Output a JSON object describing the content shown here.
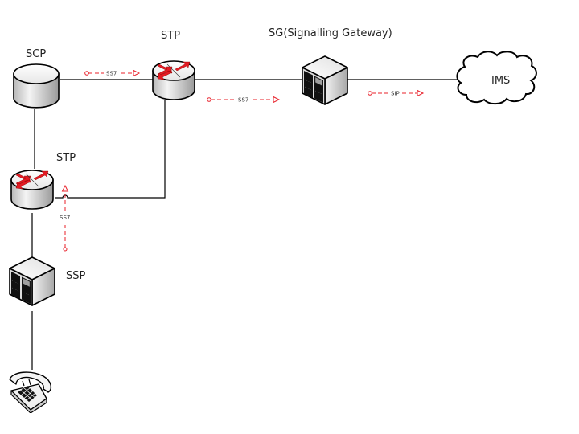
{
  "diagram": {
    "type": "network-topology",
    "colors": {
      "link": "#000000",
      "signal": "#e8202a",
      "router_arrow": "#e31b23",
      "device_face": "#f0f0f0",
      "device_dark": "#1a1a1a"
    },
    "nodes": [
      {
        "id": "scp",
        "label": "SCP",
        "icon": "database-cylinder-icon"
      },
      {
        "id": "stp-top",
        "label": "STP",
        "icon": "router-icon"
      },
      {
        "id": "sg",
        "label": "SG(Signalling Gateway)",
        "icon": "server-icon"
      },
      {
        "id": "ims",
        "label": "IMS",
        "icon": "cloud-icon"
      },
      {
        "id": "stp-left",
        "label": "STP",
        "icon": "router-icon"
      },
      {
        "id": "ssp",
        "label": "SSP",
        "icon": "server-icon"
      },
      {
        "id": "phone",
        "label": "",
        "icon": "telephone-icon"
      }
    ],
    "links": [
      {
        "from": "scp",
        "to": "stp-top"
      },
      {
        "from": "stp-top",
        "to": "sg"
      },
      {
        "from": "sg",
        "to": "ims"
      },
      {
        "from": "scp",
        "to": "stp-left"
      },
      {
        "from": "stp-left",
        "to": "stp-top"
      },
      {
        "from": "stp-left",
        "to": "ssp"
      },
      {
        "from": "ssp",
        "to": "phone"
      }
    ],
    "signals": [
      {
        "id": "sig-scp-stp",
        "label": "SS7",
        "direction": "right"
      },
      {
        "id": "sig-stp-sg",
        "label": "SS7",
        "direction": "right"
      },
      {
        "id": "sig-sg-ims",
        "label": "SIP",
        "direction": "right"
      },
      {
        "id": "sig-ssp-stp",
        "label": "SS7",
        "direction": "up"
      }
    ]
  }
}
